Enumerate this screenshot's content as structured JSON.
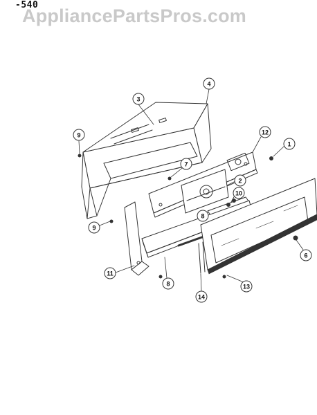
{
  "header": {
    "model_code": "-540",
    "watermark": "AppliancePartsPros.com"
  },
  "callouts": {
    "c1": "1",
    "c2": "2",
    "c3": "3",
    "c4": "4",
    "c6": "6",
    "c7": "7",
    "c8a": "8",
    "c8b": "8",
    "c9a": "9",
    "c9b": "9",
    "c10": "10",
    "c11": "11",
    "c12": "12",
    "c13": "13",
    "c14": "14"
  },
  "colors": {
    "line": "#333333",
    "watermark": "#c9c9c9"
  }
}
